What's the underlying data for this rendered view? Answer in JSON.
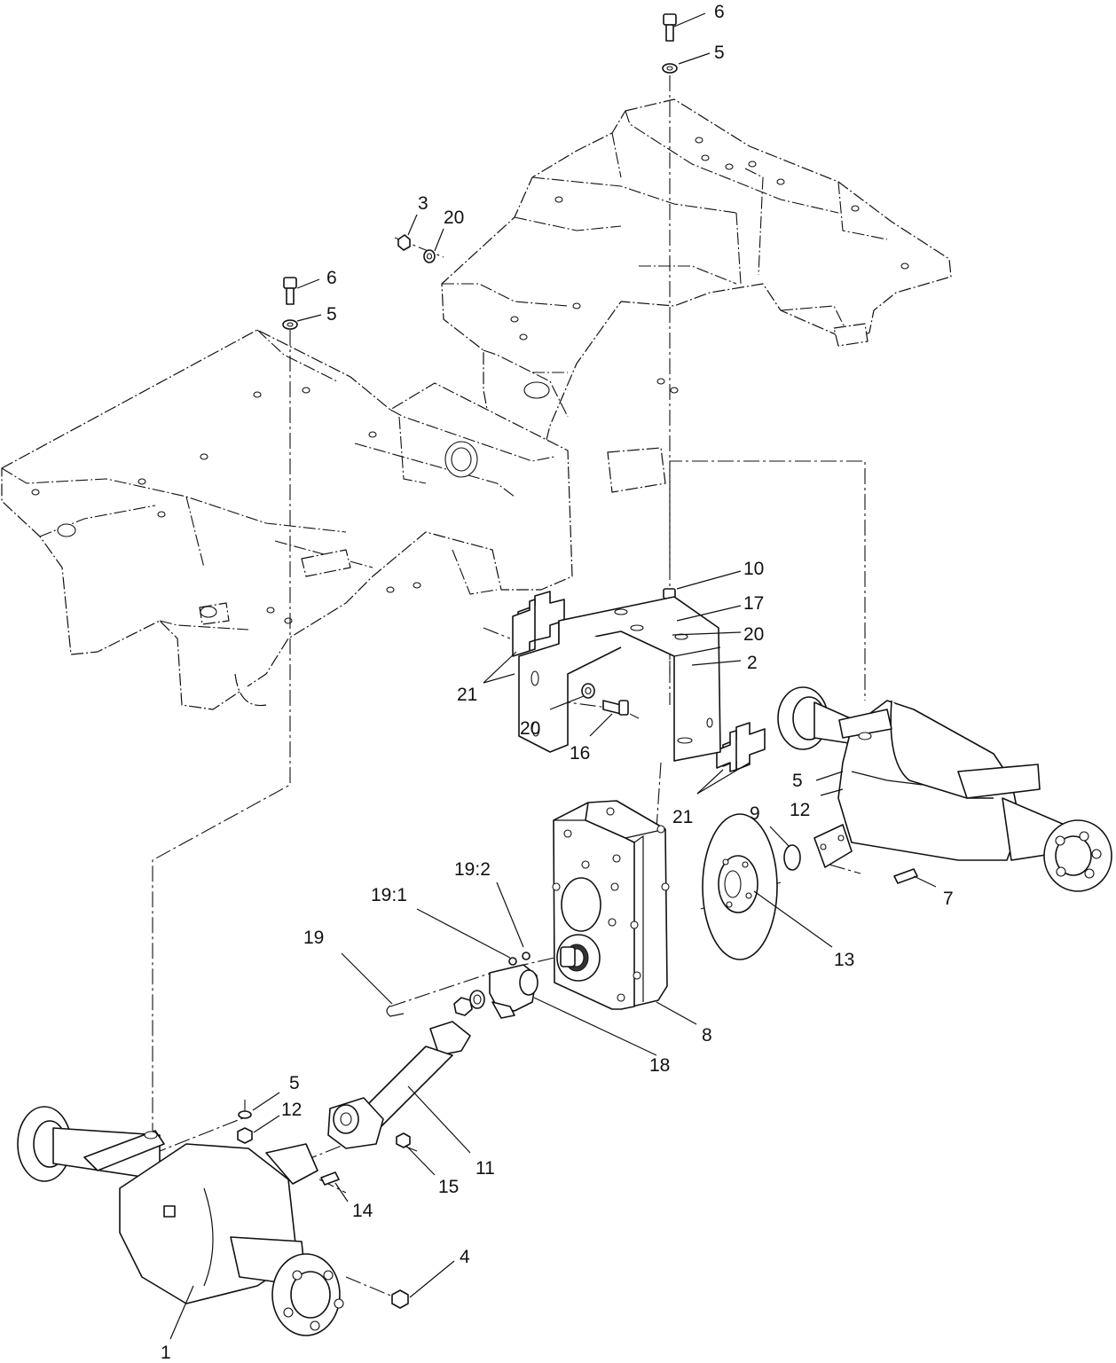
{
  "colors": {
    "line": "#111111",
    "background": "#ffffff"
  },
  "callouts": [
    {
      "id": "c6a",
      "label": "6"
    },
    {
      "id": "c5a",
      "label": "5"
    },
    {
      "id": "c3",
      "label": "3"
    },
    {
      "id": "c20a",
      "label": "20"
    },
    {
      "id": "c6b",
      "label": "6"
    },
    {
      "id": "c5b",
      "label": "5"
    },
    {
      "id": "c10",
      "label": "10"
    },
    {
      "id": "c17",
      "label": "17"
    },
    {
      "id": "c20b",
      "label": "20"
    },
    {
      "id": "c2",
      "label": "2"
    },
    {
      "id": "c21a",
      "label": "21"
    },
    {
      "id": "c20c",
      "label": "20"
    },
    {
      "id": "c16",
      "label": "16"
    },
    {
      "id": "c5c",
      "label": "5"
    },
    {
      "id": "c12a",
      "label": "12"
    },
    {
      "id": "c21b",
      "label": "21"
    },
    {
      "id": "c9",
      "label": "9"
    },
    {
      "id": "c7",
      "label": "7"
    },
    {
      "id": "c13",
      "label": "13"
    },
    {
      "id": "c19-2",
      "label": "19:2"
    },
    {
      "id": "c19-1",
      "label": "19:1"
    },
    {
      "id": "c19",
      "label": "19"
    },
    {
      "id": "c8",
      "label": "8"
    },
    {
      "id": "c18",
      "label": "18"
    },
    {
      "id": "c5d",
      "label": "5"
    },
    {
      "id": "c12b",
      "label": "12"
    },
    {
      "id": "c11",
      "label": "11"
    },
    {
      "id": "c15",
      "label": "15"
    },
    {
      "id": "c14",
      "label": "14"
    },
    {
      "id": "c4",
      "label": "4"
    },
    {
      "id": "c1",
      "label": "1"
    }
  ]
}
